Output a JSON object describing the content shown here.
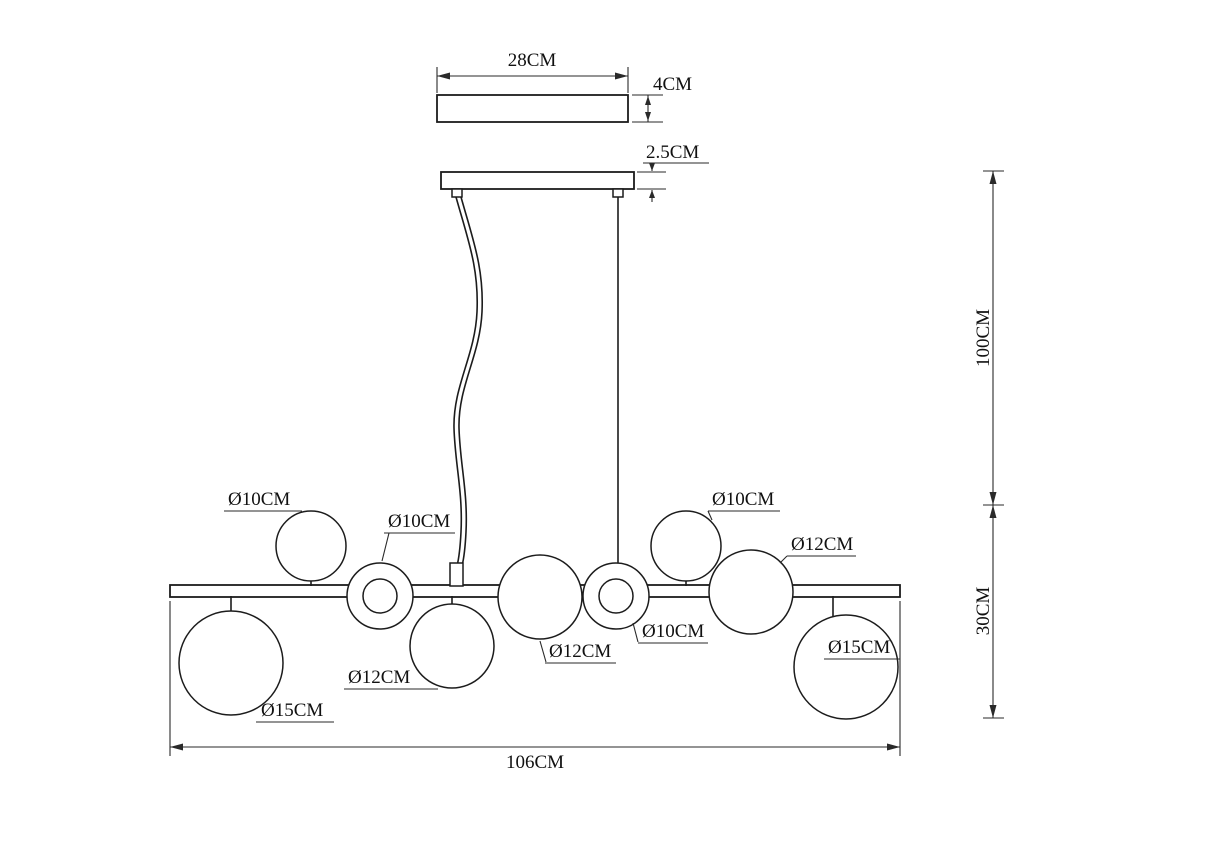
{
  "dimensions": {
    "canopy_width": "28CM",
    "canopy_depth": "4CM",
    "canopy_thickness": "2.5CM",
    "suspension_height": "100CM",
    "fixture_height": "30CM",
    "bar_length": "106CM"
  },
  "globes": {
    "top_left": "Ø10CM",
    "mid_left": "Ø10CM",
    "top_right": "Ø10CM",
    "right": "Ø12CM",
    "bottom_left": "Ø15CM",
    "below_left": "Ø12CM",
    "center": "Ø12CM",
    "mid_right": "Ø10CM",
    "bottom_right": "Ø15CM"
  },
  "colors": {
    "line": "#1c1c1c",
    "dimension": "#2a2a2a",
    "background": "#ffffff"
  }
}
